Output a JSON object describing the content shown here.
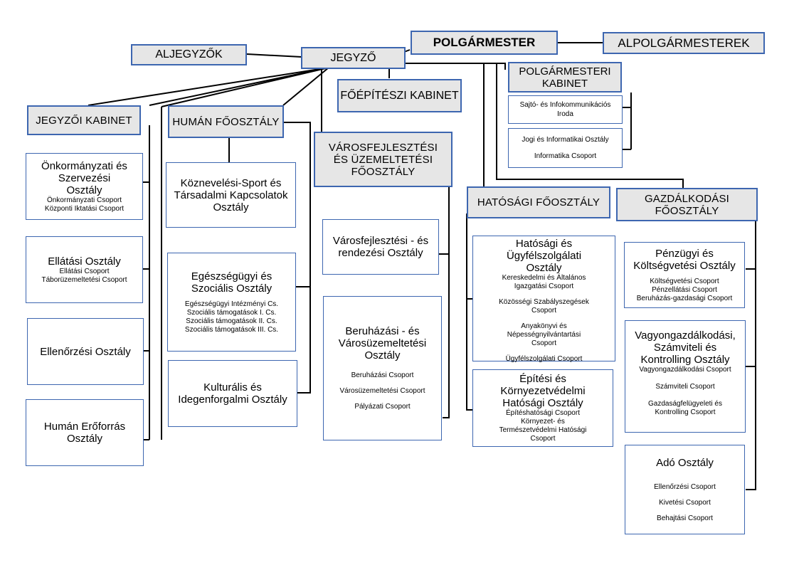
{
  "top": {
    "mayor": "POLGÁRMESTER",
    "deputy_mayors": "ALPOLGÁRMESTEREK",
    "notary": "JEGYZŐ",
    "deputy_notaries": "ALJEGYZŐK",
    "mayor_cabinet": "POLGÁRMESTERI KABINET",
    "chief_architect_cabinet": "FŐÉPÍTÉSZI KABINET"
  },
  "mayor_cabinet_units": {
    "press": "Sajtó- és Infokommunikációs Iroda",
    "legal": "Jogi és Informatikai Osztály",
    "it_group": "Informatika Csoport"
  },
  "notary_cabinet": {
    "title": "JEGYZŐI KABINET",
    "depts": [
      {
        "name": "Önkormányzati és Szervezési Osztály",
        "groups": [
          "Önkormányzati Csoport",
          "Központi Iktatási Csoport"
        ]
      },
      {
        "name": "Ellátási Osztály",
        "groups": [
          "Ellátási Csoport",
          "Táborüzemeltetési Csoport"
        ]
      },
      {
        "name": "Ellenőrzési Osztály"
      },
      {
        "name": "Humán Erőforrás Osztály"
      }
    ]
  },
  "human": {
    "title": "HUMÁN FŐOSZTÁLY",
    "depts": [
      {
        "name": "Köznevelési-Sport és Társadalmi Kapcsolatok Osztály"
      },
      {
        "name": "Egészségügyi és Szociális Osztály",
        "groups": [
          "Egészségügyi Intézményi Cs.",
          "Szociális támogatások I. Cs.",
          "Szociális támogatások II. Cs.",
          "Szociális támogatások III. Cs."
        ]
      },
      {
        "name": "Kulturális és Idegenforgalmi Osztály"
      }
    ]
  },
  "urban": {
    "title": "VÁROSFEJLESZTÉSI ÉS ÜZEMELTETÉSI FŐOSZTÁLY",
    "depts": [
      {
        "name": "Városfejlesztési - és rendezési Osztály"
      },
      {
        "name": "Beruházási - és Városüzemeltetési Osztály",
        "groups": [
          "Beruházási Csoport",
          "Városüzemeltetési Csoport",
          "Pályázati Csoport"
        ]
      }
    ]
  },
  "authority": {
    "title": "HATÓSÁGI FŐOSZTÁLY",
    "depts": [
      {
        "name": "Hatósági és Ügyfélszolgálati Osztály",
        "groups": [
          "Kereskedelmi és Általános Igazgatási Csoport",
          "Közösségi Szabályszegések Csoport",
          "Anyakönyvi és Népességnyilvántartási Csoport",
          "Ügyfélszolgálati Csoport"
        ]
      },
      {
        "name": "Építési és Környezetvédelmi Hatósági Osztály",
        "groups": [
          "Építéshatósági Csoport",
          "Környezet- és Természetvédelmi Hatósági Csoport"
        ]
      }
    ]
  },
  "finance": {
    "title": "GAZDÁLKODÁSI FŐOSZTÁLY",
    "depts": [
      {
        "name": "Pénzügyi és Költségvetési Osztály",
        "groups": [
          "Költségvetési Csoport",
          "Pénzellátási Csoport",
          "Beruházás-gazdasági Csoport"
        ]
      },
      {
        "name": "Vagyongazdálkodási, Számviteli és Kontrolling Osztály",
        "groups": [
          "Vagyongazdálkodási Csoport",
          "Számviteli Csoport",
          "Gazdaságfelügyeleti és Kontrolling Csoport"
        ]
      },
      {
        "name": "Adó Osztály",
        "groups": [
          "Ellenőrzési Csoport",
          "Kivetési Csoport",
          "Behajtási Csoport"
        ]
      }
    ]
  }
}
